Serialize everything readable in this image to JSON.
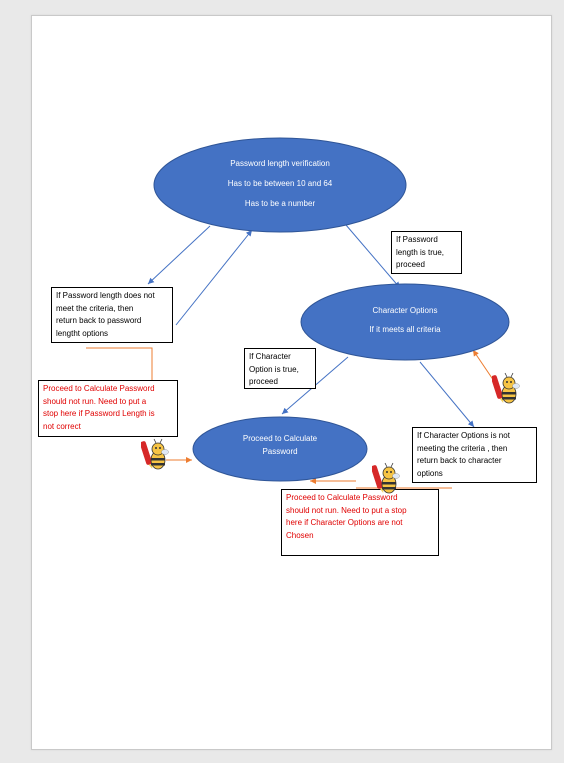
{
  "colors": {
    "ellipse_fill": "#4472c4",
    "ellipse_stroke": "#2f5597",
    "arrow_blue": "#4472c4",
    "arrow_orange": "#ed7d31",
    "warning_text": "#e00000"
  },
  "nodes": {
    "password_length": {
      "line1": "Password length  verification",
      "line2": "Has to be between 10 and 64",
      "line3": "Has to be a number"
    },
    "character_options": {
      "line1": "Character Options",
      "line2": "If it meets all criteria"
    },
    "calculate_password": {
      "line1": "Proceed to Calculate",
      "line2": "Password"
    }
  },
  "notes": {
    "password_true": "If Password\nlength is true,\nproceed",
    "password_false": "If Password length does not\nmeet the criteria, then\nreturn back to password\nlengtht  options",
    "character_true": "If Character\nOption is true,\nproceed",
    "character_false": "If Character Options is not\nmeeting the criteria , then\nreturn back to character\noptions",
    "stop_password": "Proceed to Calculate Password\nshould not run. Need to put a\nstop here if Password Length is\nnot correct",
    "stop_character": "Proceed to Calculate Password\nshould not run. Need to put a stop\nhere if Character Options are not\nChosen"
  },
  "icons": [
    "bee-pencil-icon",
    "bee-pencil-icon",
    "bee-pencil-icon"
  ]
}
